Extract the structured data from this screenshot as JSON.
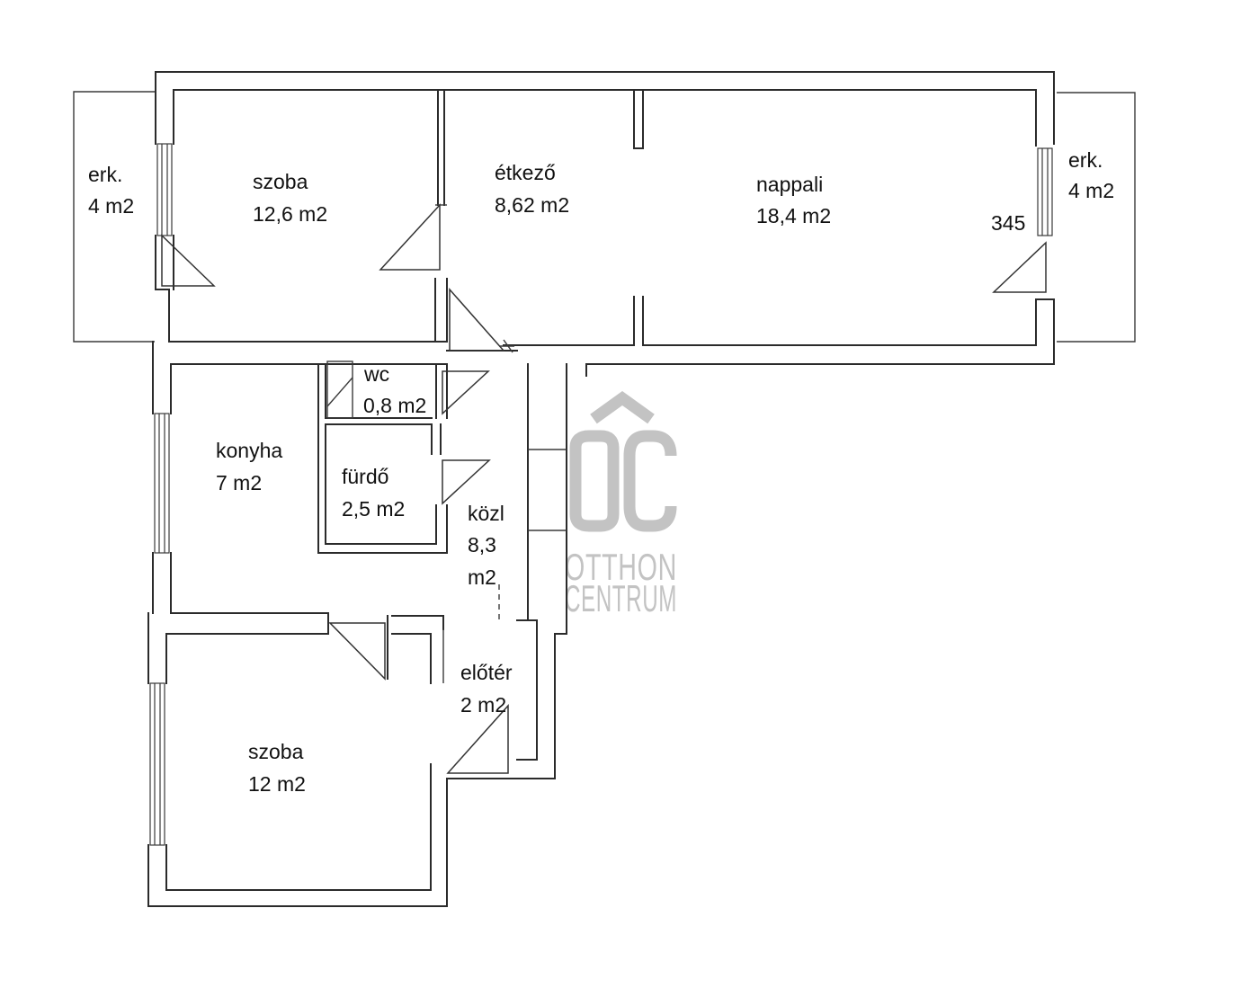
{
  "rooms": [
    {
      "id": "balcony-left",
      "name": "erk.",
      "area": "4 m2"
    },
    {
      "id": "room-1",
      "name": "szoba",
      "area": "12,6 m2"
    },
    {
      "id": "dining",
      "name": "étkező",
      "area": "8,62 m2"
    },
    {
      "id": "living",
      "name": "nappali",
      "area": "18,4 m2"
    },
    {
      "id": "balcony-right",
      "name": "erk.",
      "area": "4 m2"
    },
    {
      "id": "wc",
      "name": "wc",
      "area": "0,8 m2"
    },
    {
      "id": "kitchen",
      "name": "konyha",
      "area": "7 m2"
    },
    {
      "id": "bathroom",
      "name": "fürdő",
      "area": "2,5 m2"
    },
    {
      "id": "hallway",
      "name": "közl",
      "area_value": "8,3",
      "area_unit": "m2"
    },
    {
      "id": "entrance",
      "name": "előtér",
      "area": "2 m2"
    },
    {
      "id": "room-2",
      "name": "szoba",
      "area": "12 m2"
    }
  ],
  "dimension_note": "345",
  "watermark": {
    "logo": "OC",
    "line1": "OTTHON",
    "line2": "CENTRUM",
    "color": "#c3c3c3"
  }
}
